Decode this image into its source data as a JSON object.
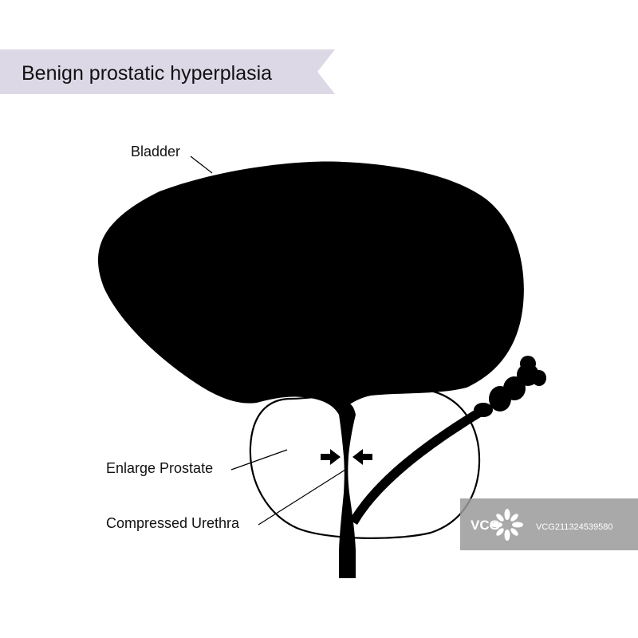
{
  "title": "Benign prostatic hyperplasia",
  "labels": {
    "bladder": "Bladder",
    "prostate": "Enlarge Prostate",
    "urethra": "Compressed Urethra"
  },
  "watermark": {
    "logo": "VCG",
    "id": "VCG211324539580"
  },
  "colors": {
    "banner": "#dcd8e6",
    "organ_fill": "#000000",
    "outline": "#000000",
    "watermark_bg": "#9a9a9a"
  }
}
